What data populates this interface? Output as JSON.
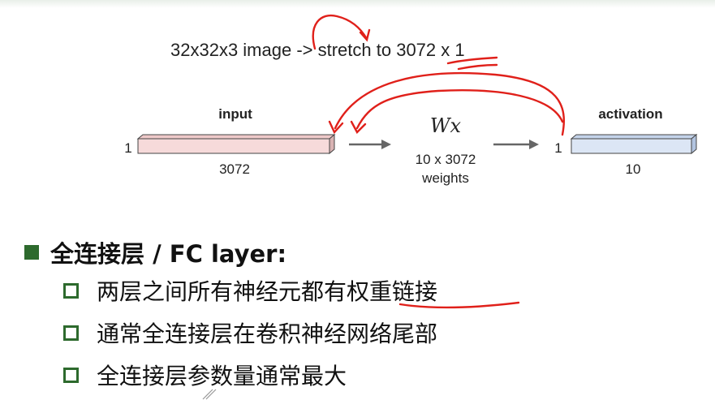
{
  "caption": {
    "left": "32x32x3 image -> stretch to ",
    "highlight": "3072",
    "right": " x 1"
  },
  "input": {
    "label": "input",
    "side": "1",
    "size": "3072"
  },
  "transform": {
    "formula": "Wx",
    "dims": "10 x 3072",
    "weights": "weights"
  },
  "activation": {
    "label": "activation",
    "side": "1",
    "size": "10"
  },
  "colors": {
    "input_fill": "#f6dada",
    "activation_fill": "#dce6f5",
    "bullet_green": "#2d6a2d",
    "annotation_red": "#e0201a"
  },
  "bullets": {
    "main": "全连接层 / FC layer:",
    "items": [
      "两层之间所有神经元都有权重链接",
      "通常全连接层在卷积神经网络尾部",
      "全连接层参数量通常最大"
    ]
  }
}
